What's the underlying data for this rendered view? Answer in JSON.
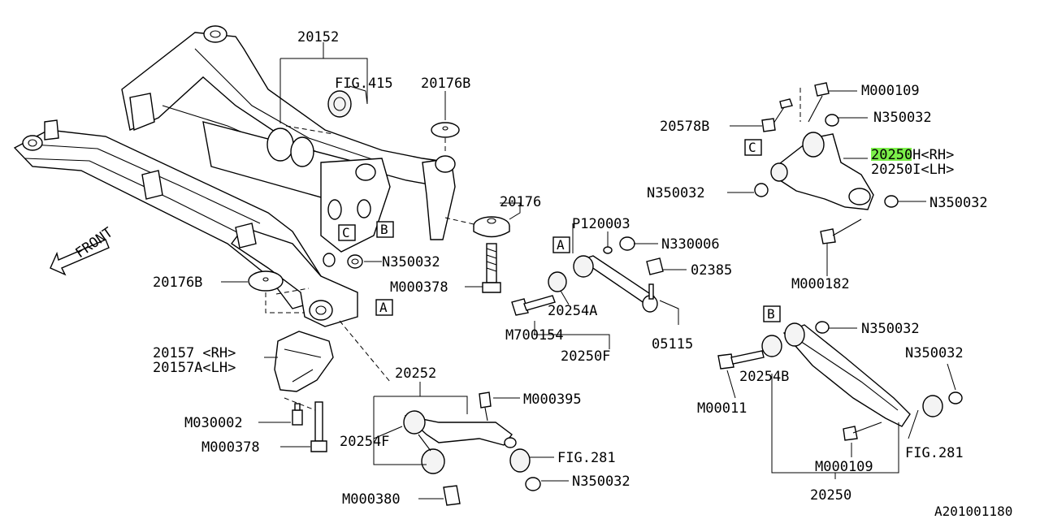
{
  "diagram": {
    "code": "A201001180",
    "front_label": "FRONT",
    "highlight_color": "#7cf04a",
    "callout_boxes": {
      "a1": "A",
      "a2": "A",
      "b1": "B",
      "b2": "B",
      "c1": "C",
      "c2": "C"
    },
    "parts": {
      "p20152": "20152",
      "fig415": "FIG.415",
      "p20176b_top": "20176B",
      "p20176": "20176",
      "p20176b_left": "20176B",
      "n350032_center": "N350032",
      "m000378_center": "M000378",
      "p20157_rh": "20157 <RH>",
      "p20157a_lh": "20157A<LH>",
      "m030002": "M030002",
      "m000378_low": "M000378",
      "p20252": "20252",
      "m000395": "M000395",
      "p20254f": "20254F",
      "fig281_low": "FIG.281",
      "n350032_low": "N350032",
      "m000380": "M000380",
      "p120003": "P120003",
      "n330006": "N330006",
      "p02385": "02385",
      "m700154": "M700154",
      "p20254a": "20254A",
      "p20250f": "20250F",
      "p05115": "05115",
      "m000109_top": "M000109",
      "n350032_top": "N350032",
      "p20578b": "20578B",
      "p20250h_rh": "20250H<RH>",
      "p20250i_lh": "20250I<LH>",
      "n350032_left": "N350032",
      "n350032_right": "N350032",
      "m000182": "M000182",
      "n350032_b": "N350032",
      "n350032_b2": "N350032",
      "p20254b": "20254B",
      "m00011": "M00011",
      "fig281_right": "FIG.281",
      "m000109_low": "M000109",
      "p20250": "20250"
    }
  }
}
